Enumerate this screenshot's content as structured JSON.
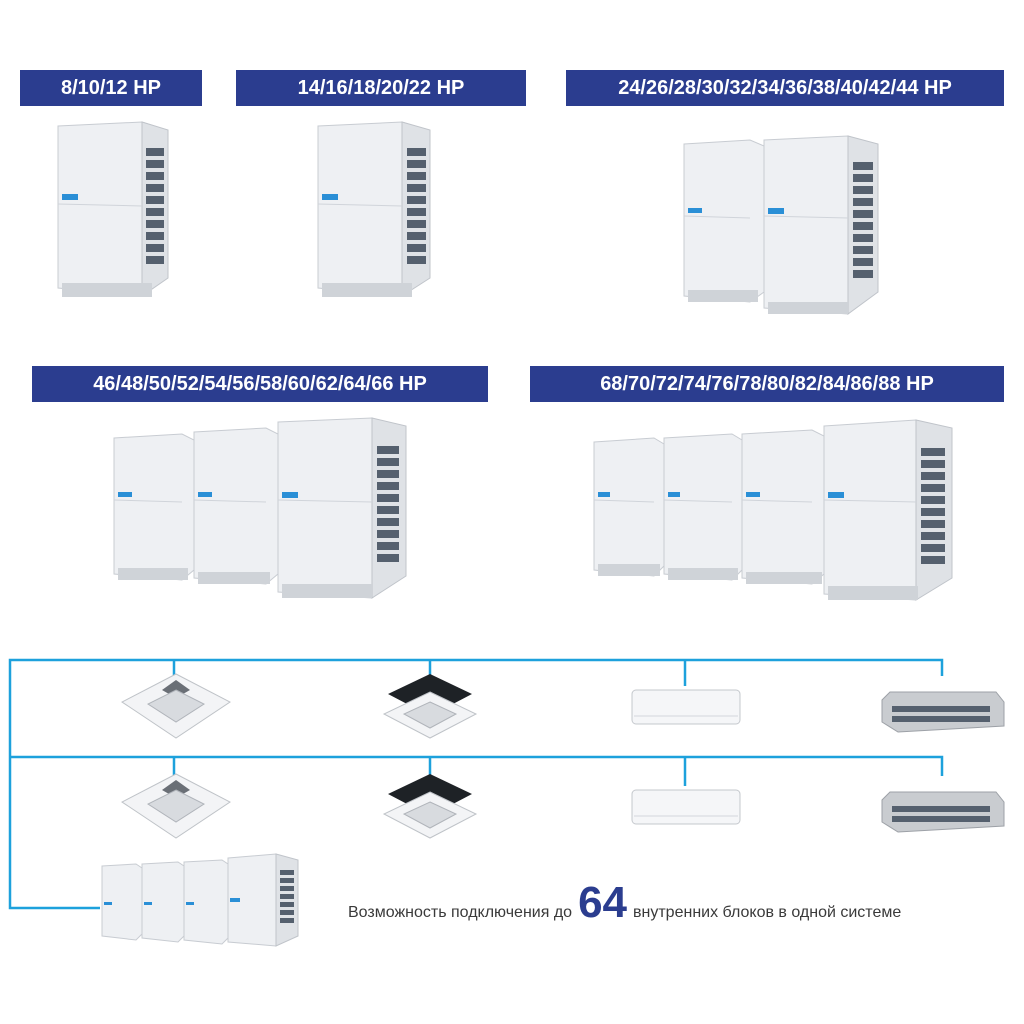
{
  "outdoor_groups": [
    {
      "label": "8/10/12 HP",
      "unit_count": 1
    },
    {
      "label": "14/16/18/20/22 HP",
      "unit_count": 1
    },
    {
      "label": "24/26/28/30/32/34/36/38/40/42/44 HP",
      "unit_count": 2
    },
    {
      "label": "46/48/50/52/54/56/58/60/62/64/66 HP",
      "unit_count": 3
    },
    {
      "label": "68/70/72/74/76/78/80/82/84/86/88 HP",
      "unit_count": 4
    }
  ],
  "indoor_rows": [
    {
      "units": [
        "cassette-white-icon",
        "cassette-black-icon",
        "wall-split-icon",
        "duct-unit-icon"
      ]
    },
    {
      "units": [
        "cassette-white-icon",
        "cassette-black-icon",
        "wall-split-icon",
        "duct-unit-icon"
      ]
    }
  ],
  "caption": {
    "prefix": "Возможность подключения до",
    "number": "64",
    "suffix": "внутренних блоков в одной системе"
  },
  "colors": {
    "label_bg": "#2b3d8f",
    "pipe": "#1da1dc",
    "caption_number": "#2b3d8f"
  }
}
